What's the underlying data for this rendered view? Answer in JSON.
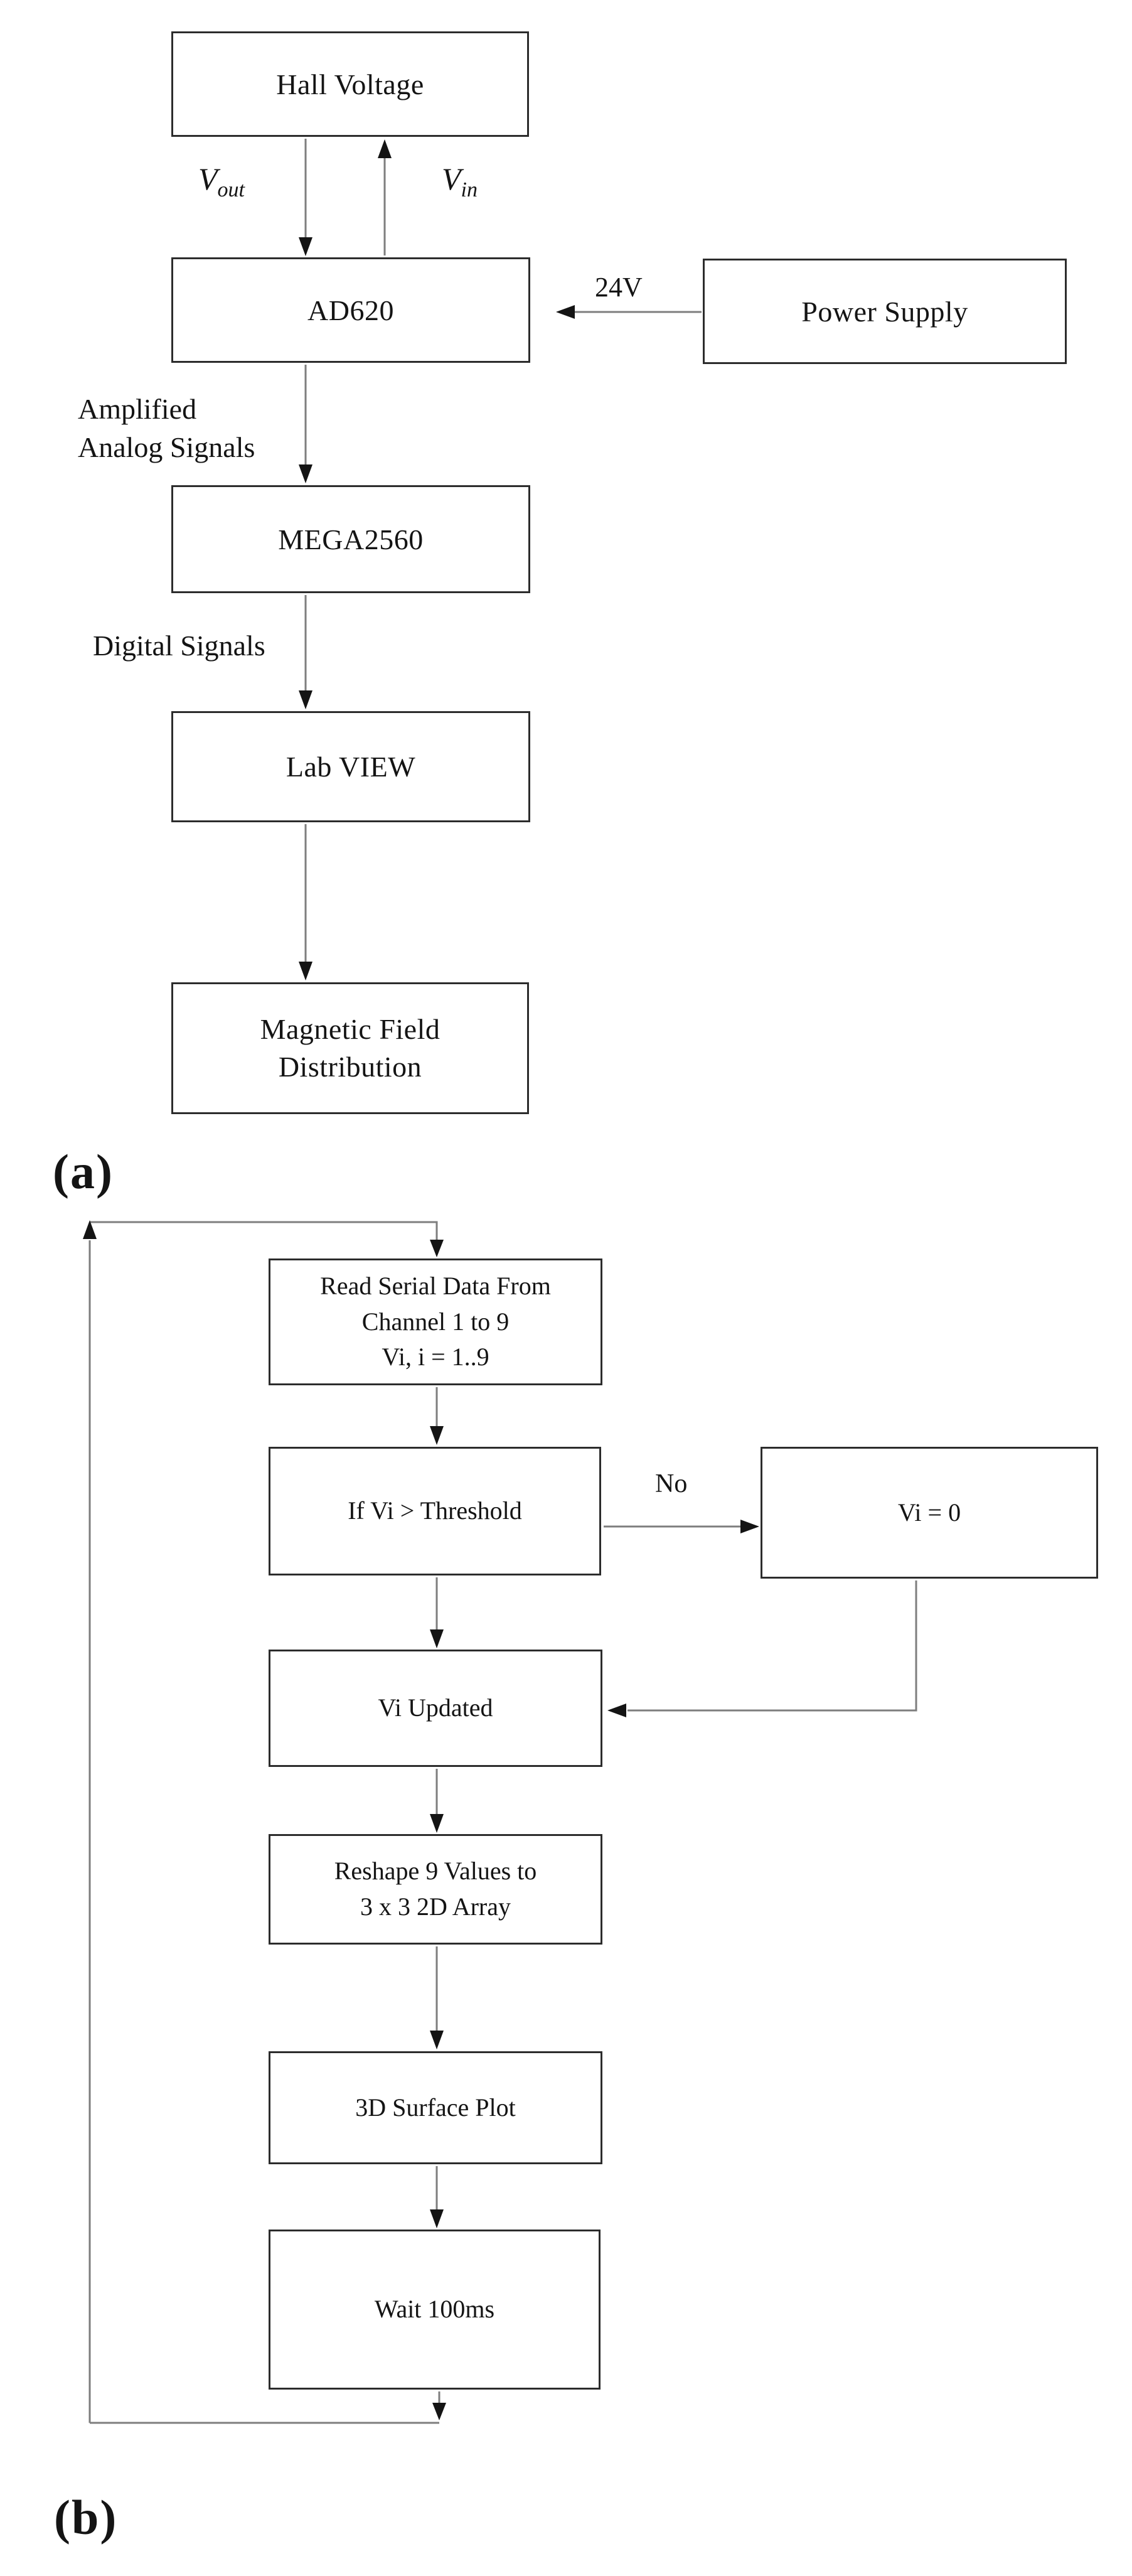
{
  "colors": {
    "bg": "#ffffff",
    "line": "#7e7e7e",
    "head": "#141414",
    "border": "#2c2c2c",
    "text": "#141414"
  },
  "figure": {
    "panel_a": {
      "label": "(a)",
      "boxes": {
        "hall": "Hall Voltage",
        "ad620": "AD620",
        "power_supply": "Power Supply",
        "mega": "MEGA2560",
        "labview": "Lab VIEW",
        "magnetic": {
          "line1": "Magnetic Field",
          "line2": "Distribution"
        }
      },
      "edge_labels": {
        "vout_main": "V",
        "vout_sub": "out",
        "vin_main": "V",
        "vin_sub": "in",
        "supply_voltage": "24V",
        "amplified_line1": "Amplified",
        "amplified_line2": "Analog Signals",
        "digital": "Digital Signals"
      }
    },
    "panel_b": {
      "label": "(b)",
      "boxes": {
        "read": {
          "line1": "Read Serial Data From",
          "line2": "Channel 1 to 9",
          "line3": "Vi, i = 1..9"
        },
        "threshold": "If Vi > Threshold",
        "vi_zero": "Vi = 0",
        "vi_updated": "Vi Updated",
        "reshape": {
          "line1": "Reshape 9 Values to",
          "line2": "3 x 3 2D Array"
        },
        "surface": "3D Surface Plot",
        "wait": "Wait 100ms"
      },
      "edge_labels": {
        "no": "No"
      }
    }
  }
}
